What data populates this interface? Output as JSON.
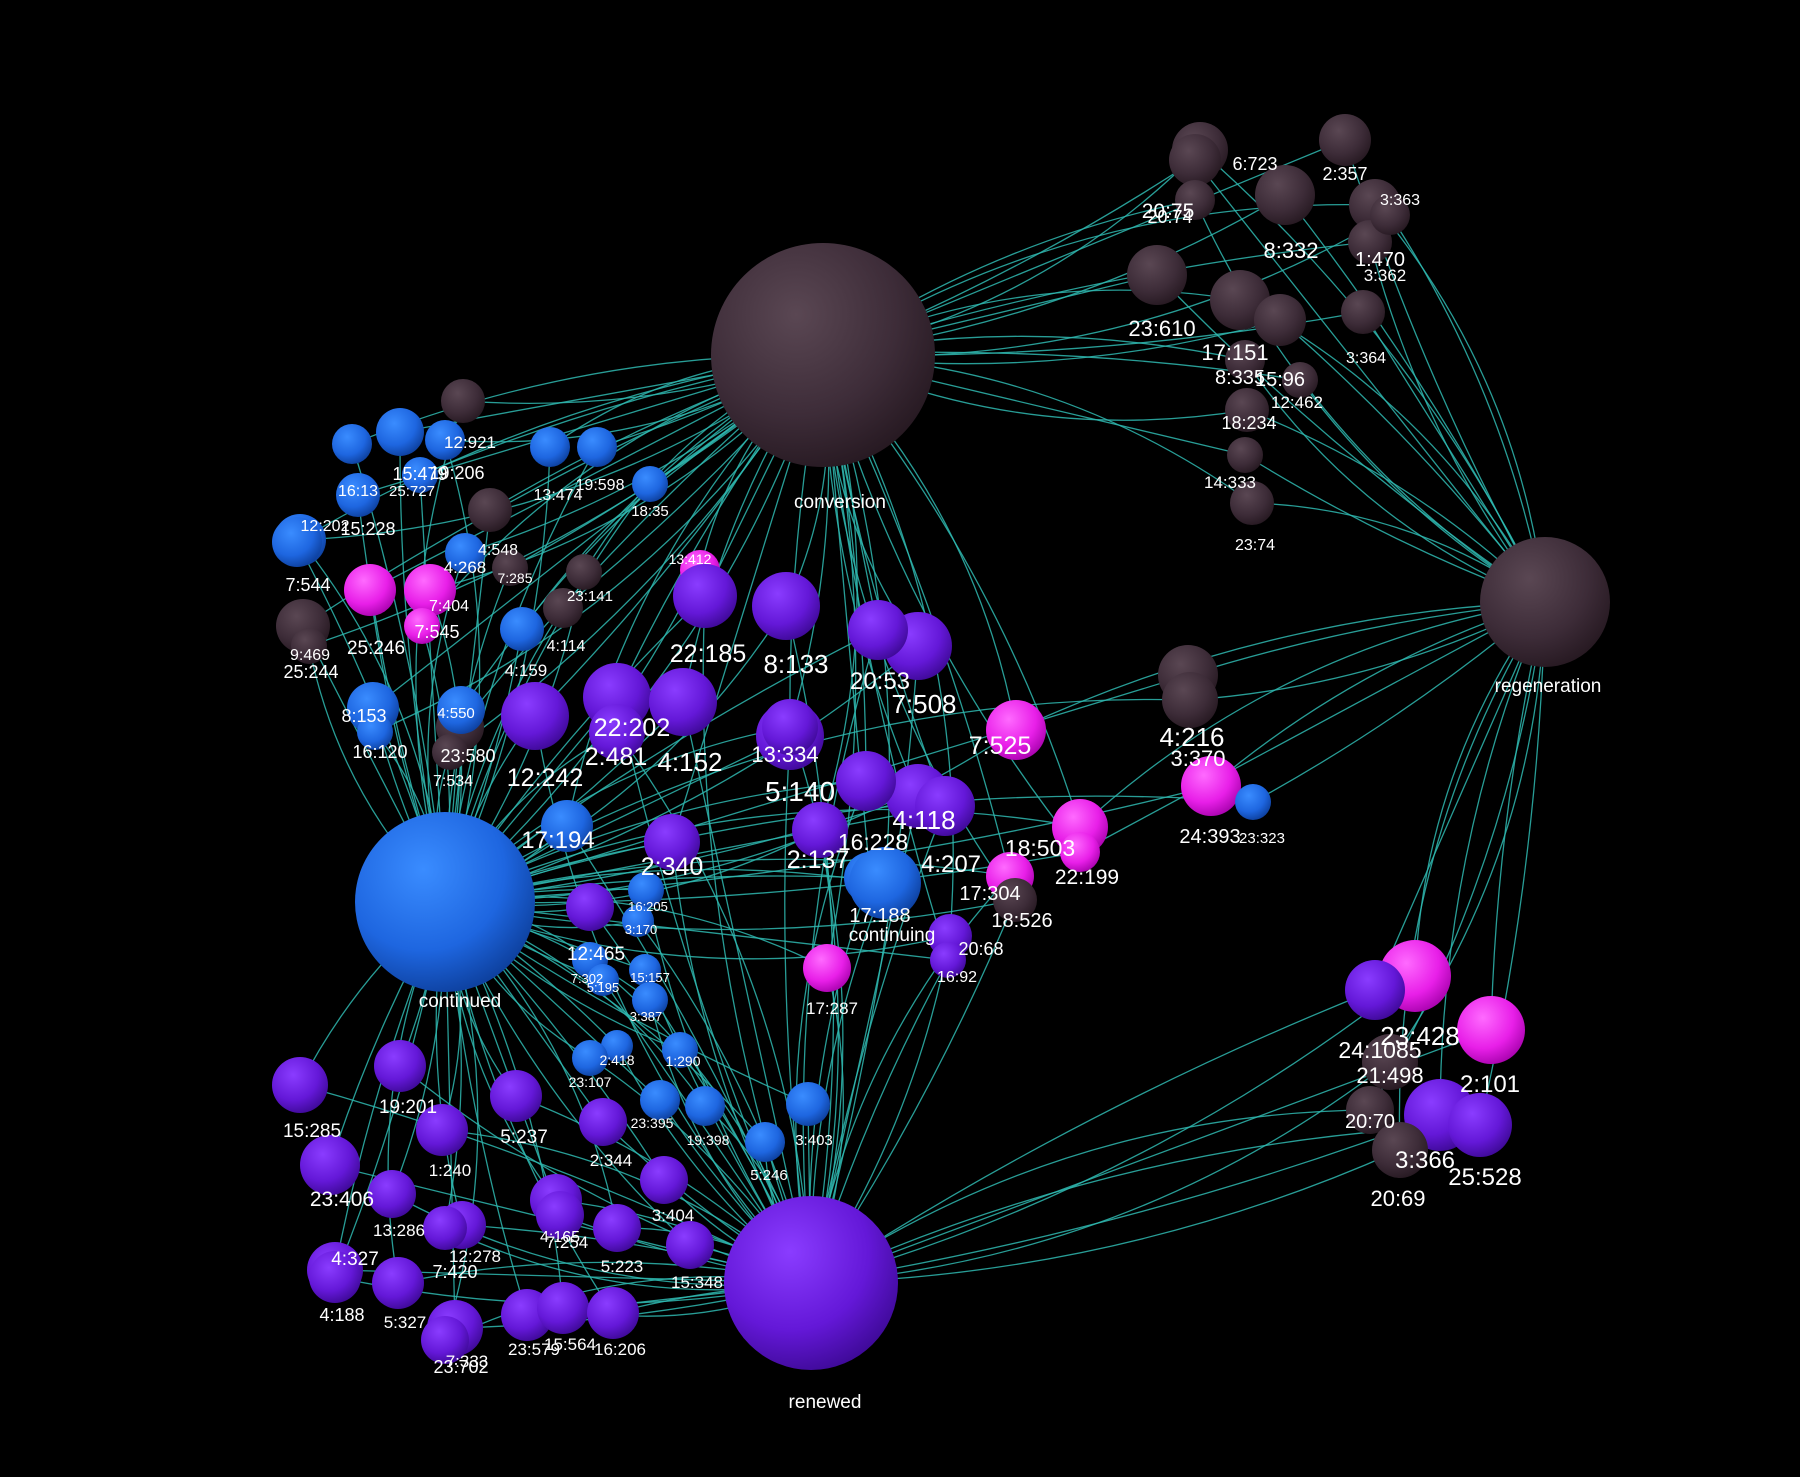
{
  "colors": {
    "background": "#000000",
    "edge": "#2fb8b0",
    "dark": "#3d2c38",
    "blue": "#1e66e0",
    "purple": "#6418d8",
    "magenta": "#e81fe8"
  },
  "hubs": [
    {
      "id": "conversion",
      "label": "conversion",
      "color": "dark"
    },
    {
      "id": "regeneration",
      "label": "regeneration",
      "color": "dark"
    },
    {
      "id": "continued",
      "label": "continued",
      "color": "blue"
    },
    {
      "id": "renewed",
      "label": "renewed",
      "color": "purple"
    },
    {
      "id": "continuing",
      "label": "continuing",
      "color": "blue"
    }
  ],
  "nodes": [
    {
      "label": "6:723",
      "color": "dark",
      "hubs": [
        "conversion",
        "regeneration"
      ]
    },
    {
      "label": "2:357",
      "color": "dark",
      "hubs": [
        "conversion",
        "regeneration"
      ]
    },
    {
      "label": "3:363",
      "color": "dark",
      "hubs": [
        "conversion",
        "regeneration"
      ]
    },
    {
      "label": "20:75",
      "color": "dark",
      "hubs": [
        "conversion",
        "regeneration"
      ]
    },
    {
      "label": "20:74",
      "color": "dark",
      "hubs": [
        "conversion",
        "regeneration"
      ]
    },
    {
      "label": "8:332",
      "color": "dark",
      "hubs": [
        "conversion",
        "regeneration"
      ]
    },
    {
      "label": "1:470",
      "color": "dark",
      "hubs": [
        "conversion",
        "regeneration"
      ]
    },
    {
      "label": "3:362",
      "color": "dark",
      "hubs": [
        "conversion",
        "regeneration"
      ]
    },
    {
      "label": "23:610",
      "color": "dark",
      "hubs": [
        "conversion",
        "regeneration"
      ]
    },
    {
      "label": "17:151",
      "color": "dark",
      "hubs": [
        "conversion",
        "regeneration"
      ]
    },
    {
      "label": "3:364",
      "color": "dark",
      "hubs": [
        "conversion",
        "regeneration"
      ]
    },
    {
      "label": "8:335",
      "color": "dark",
      "hubs": [
        "conversion",
        "regeneration"
      ]
    },
    {
      "label": "15:96",
      "color": "dark",
      "hubs": [
        "conversion",
        "regeneration"
      ]
    },
    {
      "label": "12:462",
      "color": "dark",
      "hubs": [
        "conversion",
        "regeneration"
      ]
    },
    {
      "label": "18:234",
      "color": "dark",
      "hubs": [
        "conversion",
        "regeneration"
      ]
    },
    {
      "label": "14:333",
      "color": "dark",
      "hubs": [
        "conversion",
        "regeneration"
      ]
    },
    {
      "label": "23:74",
      "color": "dark",
      "hubs": [
        "conversion",
        "regeneration"
      ]
    },
    {
      "label": "4:216",
      "color": "dark",
      "hubs": [
        "regeneration",
        "continued"
      ]
    },
    {
      "label": "3:370",
      "color": "dark",
      "hubs": [
        "regeneration",
        "continued"
      ]
    },
    {
      "label": "24:393",
      "color": "magenta",
      "hubs": [
        "regeneration",
        "continued"
      ]
    },
    {
      "label": "23:323",
      "color": "blue",
      "hubs": [
        "regeneration",
        "continued"
      ]
    },
    {
      "label": "23:428",
      "color": "magenta",
      "hubs": [
        "regeneration",
        "renewed"
      ]
    },
    {
      "label": "24:1085",
      "color": "purple",
      "hubs": [
        "regeneration",
        "renewed"
      ]
    },
    {
      "label": "21:498",
      "color": "dark",
      "hubs": [
        "regeneration",
        "renewed"
      ]
    },
    {
      "label": "2:101",
      "color": "magenta",
      "hubs": [
        "regeneration",
        "renewed"
      ]
    },
    {
      "label": "20:70",
      "color": "dark",
      "hubs": [
        "regeneration",
        "renewed"
      ]
    },
    {
      "label": "3:366",
      "color": "purple",
      "hubs": [
        "regeneration",
        "renewed"
      ]
    },
    {
      "label": "25:528",
      "color": "purple",
      "hubs": [
        "regeneration",
        "renewed"
      ]
    },
    {
      "label": "20:69",
      "color": "dark",
      "hubs": [
        "regeneration",
        "renewed"
      ]
    },
    {
      "label": "15:479",
      "color": "blue",
      "hubs": [
        "conversion",
        "continued"
      ]
    },
    {
      "label": "19:206",
      "color": "blue",
      "hubs": [
        "conversion",
        "continued"
      ]
    },
    {
      "label": "25:727",
      "color": "blue",
      "hubs": [
        "conversion",
        "continued"
      ]
    },
    {
      "label": "12:921",
      "color": "dark",
      "hubs": [
        "conversion",
        "continued"
      ]
    },
    {
      "label": "16:13",
      "color": "blue",
      "hubs": [
        "conversion",
        "continued"
      ]
    },
    {
      "label": "19:598",
      "color": "blue",
      "hubs": [
        "conversion",
        "continued"
      ]
    },
    {
      "label": "13:474",
      "color": "blue",
      "hubs": [
        "conversion",
        "continued"
      ]
    },
    {
      "label": "15:228",
      "color": "blue",
      "hubs": [
        "conversion",
        "continued"
      ]
    },
    {
      "label": "12:202",
      "color": "blue",
      "hubs": [
        "conversion",
        "continued"
      ]
    },
    {
      "label": "4:548",
      "color": "dark",
      "hubs": [
        "conversion",
        "continued"
      ]
    },
    {
      "label": "4:268",
      "color": "blue",
      "hubs": [
        "conversion",
        "continued"
      ]
    },
    {
      "label": "7:544",
      "color": "blue",
      "hubs": [
        "conversion",
        "continued"
      ]
    },
    {
      "label": "7:285",
      "color": "dark",
      "hubs": [
        "conversion",
        "continued"
      ]
    },
    {
      "label": "23:141",
      "color": "dark",
      "hubs": [
        "conversion",
        "continued"
      ]
    },
    {
      "label": "25:246",
      "color": "magenta",
      "hubs": [
        "conversion",
        "continued"
      ]
    },
    {
      "label": "7:545",
      "color": "magenta",
      "hubs": [
        "conversion",
        "continued"
      ]
    },
    {
      "label": "9:469",
      "color": "dark",
      "hubs": [
        "conversion",
        "continued"
      ]
    },
    {
      "label": "25:244",
      "color": "dark",
      "hubs": [
        "conversion",
        "continued"
      ]
    },
    {
      "label": "4:159",
      "color": "blue",
      "hubs": [
        "conversion",
        "continued"
      ]
    },
    {
      "label": "4:114",
      "color": "dark",
      "hubs": [
        "conversion",
        "continued"
      ]
    },
    {
      "label": "7:404",
      "color": "magenta",
      "hubs": [
        "conversion",
        "continued"
      ]
    },
    {
      "label": "8:153",
      "color": "blue",
      "hubs": [
        "conversion",
        "continued"
      ]
    },
    {
      "label": "16:120",
      "color": "blue",
      "hubs": [
        "conversion",
        "continued"
      ]
    },
    {
      "label": "23:580",
      "color": "dark",
      "hubs": [
        "conversion",
        "continued"
      ]
    },
    {
      "label": "7:534",
      "color": "dark",
      "hubs": [
        "conversion",
        "continued"
      ]
    },
    {
      "label": "4:550",
      "color": "blue",
      "hubs": [
        "conversion",
        "continued"
      ]
    },
    {
      "label": "18:35",
      "color": "blue",
      "hubs": [
        "conversion",
        "continued"
      ]
    },
    {
      "label": "13:412",
      "color": "magenta",
      "hubs": [
        "conversion",
        "continued"
      ]
    },
    {
      "label": "22:185",
      "color": "purple",
      "hubs": [
        "conversion",
        "continued",
        "renewed"
      ]
    },
    {
      "label": "8:133",
      "color": "purple",
      "hubs": [
        "conversion",
        "continued",
        "renewed"
      ]
    },
    {
      "label": "22:202",
      "color": "purple",
      "hubs": [
        "conversion",
        "continued",
        "renewed"
      ]
    },
    {
      "label": "2:481",
      "color": "purple",
      "hubs": [
        "conversion",
        "continued",
        "renewed"
      ]
    },
    {
      "label": "4:152",
      "color": "purple",
      "hubs": [
        "conversion",
        "continued",
        "renewed"
      ]
    },
    {
      "label": "12:242",
      "color": "purple",
      "hubs": [
        "conversion",
        "continued",
        "renewed"
      ]
    },
    {
      "label": "7:508",
      "color": "purple",
      "hubs": [
        "conversion",
        "continued",
        "renewed"
      ]
    },
    {
      "label": "20:53",
      "color": "purple",
      "hubs": [
        "conversion",
        "continued",
        "renewed"
      ]
    },
    {
      "label": "7:525",
      "color": "magenta",
      "hubs": [
        "conversion",
        "continued",
        "regeneration"
      ]
    },
    {
      "label": "5:140",
      "color": "purple",
      "hubs": [
        "conversion",
        "continued",
        "renewed"
      ]
    },
    {
      "label": "13:334",
      "color": "purple",
      "hubs": [
        "conversion",
        "continued",
        "renewed"
      ]
    },
    {
      "label": "4:118",
      "color": "purple",
      "hubs": [
        "conversion",
        "continued",
        "renewed"
      ]
    },
    {
      "label": "16:228",
      "color": "purple",
      "hubs": [
        "conversion",
        "continued",
        "renewed"
      ]
    },
    {
      "label": "17:194",
      "color": "blue",
      "hubs": [
        "conversion",
        "continued",
        "renewed"
      ]
    },
    {
      "label": "2:340",
      "color": "purple",
      "hubs": [
        "conversion",
        "continued",
        "renewed"
      ]
    },
    {
      "label": "2:137",
      "color": "purple",
      "hubs": [
        "conversion",
        "continued",
        "renewed"
      ]
    },
    {
      "label": "4:207",
      "color": "purple",
      "hubs": [
        "conversion",
        "continued",
        "renewed"
      ]
    },
    {
      "label": "18:503",
      "color": "magenta",
      "hubs": [
        "conversion",
        "continued",
        "regeneration"
      ]
    },
    {
      "label": "22:199",
      "color": "magenta",
      "hubs": [
        "conversion",
        "continued",
        "regeneration"
      ]
    },
    {
      "label": "17:304",
      "color": "magenta",
      "hubs": [
        "conversion",
        "continued",
        "renewed"
      ]
    },
    {
      "label": "18:526",
      "color": "dark",
      "hubs": [
        "conversion",
        "continued",
        "renewed"
      ]
    },
    {
      "label": "17:188",
      "color": "blue",
      "hubs": [
        "conversion",
        "continued",
        "renewed"
      ]
    },
    {
      "label": "20:68",
      "color": "purple",
      "hubs": [
        "conversion",
        "continued",
        "renewed"
      ]
    },
    {
      "label": "16:92",
      "color": "purple",
      "hubs": [
        "conversion",
        "continued",
        "renewed"
      ]
    },
    {
      "label": "17:287",
      "color": "magenta",
      "hubs": [
        "conversion",
        "continued",
        "renewed"
      ]
    },
    {
      "label": "12:465",
      "color": "purple",
      "hubs": [
        "continued",
        "renewed"
      ]
    },
    {
      "label": "16:205",
      "color": "blue",
      "hubs": [
        "continued",
        "renewed"
      ]
    },
    {
      "label": "3:170",
      "color": "blue",
      "hubs": [
        "continued",
        "renewed"
      ]
    },
    {
      "label": "15:157",
      "color": "blue",
      "hubs": [
        "continued",
        "renewed"
      ]
    },
    {
      "label": "7:302",
      "color": "blue",
      "hubs": [
        "continued",
        "renewed"
      ]
    },
    {
      "label": "5:195",
      "color": "blue",
      "hubs": [
        "continued",
        "renewed"
      ]
    },
    {
      "label": "3:387",
      "color": "blue",
      "hubs": [
        "continued",
        "renewed"
      ]
    },
    {
      "label": "1:290",
      "color": "blue",
      "hubs": [
        "continued",
        "renewed"
      ]
    },
    {
      "label": "2:418",
      "color": "blue",
      "hubs": [
        "continued",
        "renewed"
      ]
    },
    {
      "label": "23:107",
      "color": "blue",
      "hubs": [
        "continued",
        "renewed"
      ]
    },
    {
      "label": "23:395",
      "color": "blue",
      "hubs": [
        "continued",
        "renewed"
      ]
    },
    {
      "label": "19:398",
      "color": "blue",
      "hubs": [
        "continued",
        "renewed"
      ]
    },
    {
      "label": "3:403",
      "color": "blue",
      "hubs": [
        "continued",
        "renewed"
      ]
    },
    {
      "label": "5:246",
      "color": "blue",
      "hubs": [
        "continued",
        "renewed"
      ]
    },
    {
      "label": "15:285",
      "color": "purple",
      "hubs": [
        "continued",
        "renewed"
      ]
    },
    {
      "label": "19:201",
      "color": "purple",
      "hubs": [
        "continued",
        "renewed"
      ]
    },
    {
      "label": "5:237",
      "color": "purple",
      "hubs": [
        "continued",
        "renewed"
      ]
    },
    {
      "label": "2:344",
      "color": "purple",
      "hubs": [
        "continued",
        "renewed"
      ]
    },
    {
      "label": "1:240",
      "color": "purple",
      "hubs": [
        "continued",
        "renewed"
      ]
    },
    {
      "label": "23:406",
      "color": "purple",
      "hubs": [
        "continued",
        "renewed"
      ]
    },
    {
      "label": "13:286",
      "color": "purple",
      "hubs": [
        "continued",
        "renewed"
      ]
    },
    {
      "label": "12:278",
      "color": "purple",
      "hubs": [
        "continued",
        "renewed"
      ]
    },
    {
      "label": "3:404",
      "color": "purple",
      "hubs": [
        "continued",
        "renewed"
      ]
    },
    {
      "label": "4:165",
      "color": "purple",
      "hubs": [
        "continued",
        "renewed"
      ]
    },
    {
      "label": "7:254",
      "color": "purple",
      "hubs": [
        "continued",
        "renewed"
      ]
    },
    {
      "label": "5:223",
      "color": "purple",
      "hubs": [
        "continued",
        "renewed"
      ]
    },
    {
      "label": "4:327",
      "color": "purple",
      "hubs": [
        "continued",
        "renewed"
      ]
    },
    {
      "label": "7:420",
      "color": "purple",
      "hubs": [
        "continued",
        "renewed"
      ]
    },
    {
      "label": "15:348",
      "color": "purple",
      "hubs": [
        "continued",
        "renewed"
      ]
    },
    {
      "label": "4:188",
      "color": "purple",
      "hubs": [
        "continued",
        "renewed"
      ]
    },
    {
      "label": "5:327",
      "color": "purple",
      "hubs": [
        "continued",
        "renewed"
      ]
    },
    {
      "label": "7:333",
      "color": "purple",
      "hubs": [
        "continued",
        "renewed"
      ]
    },
    {
      "label": "23:702",
      "color": "purple",
      "hubs": [
        "continued",
        "renewed"
      ]
    },
    {
      "label": "23:579",
      "color": "purple",
      "hubs": [
        "continued",
        "renewed"
      ]
    },
    {
      "label": "15:564",
      "color": "purple",
      "hubs": [
        "continued",
        "renewed"
      ]
    },
    {
      "label": "16:206",
      "color": "purple",
      "hubs": [
        "continued",
        "renewed"
      ]
    }
  ]
}
